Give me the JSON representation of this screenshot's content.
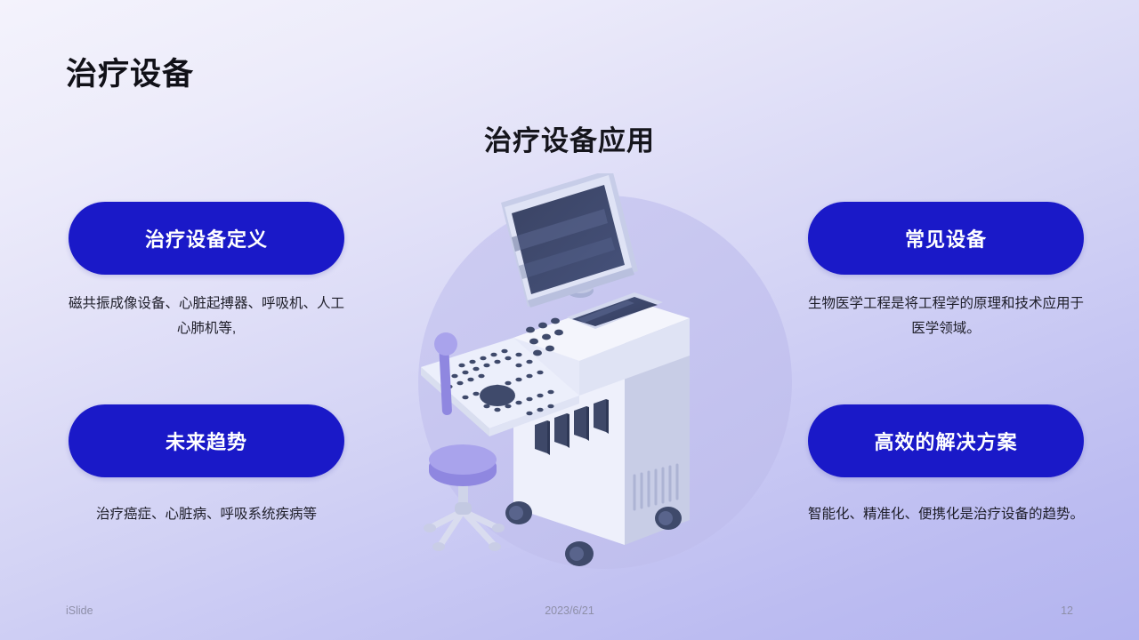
{
  "slide": {
    "title": "治疗设备",
    "heading": "治疗设备应用",
    "accent_color": "#1a19c8",
    "background_top_color": "#f4f3fc",
    "background_bottom_color": "#b3b4f0"
  },
  "cards": {
    "top_left": {
      "label": "治疗设备定义",
      "text": "磁共振成像设备、心脏起搏器、呼吸机、人工心肺机等,"
    },
    "bottom_left": {
      "label": "未来趋势",
      "text": "治疗癌症、心脏病、呼吸系统疾病等"
    },
    "top_right": {
      "label": "常见设备",
      "text": "生物医学工程是将工程学的原理和技术应用于医学领域。"
    },
    "bottom_right": {
      "label": "高效的解决方案",
      "text": "智能化、精准化、便携化是治疗设备的趋势。"
    }
  },
  "illustration": {
    "name": "medical-ultrasound-cart-illustration",
    "circle_color": "#c3c2ee",
    "device_body_color": "#eceefb",
    "screen_color": "#3b4566",
    "accent_purple": "#9b93e8"
  },
  "footer": {
    "brand": "iSlide",
    "date": "2023/6/21",
    "page_number": "12"
  }
}
